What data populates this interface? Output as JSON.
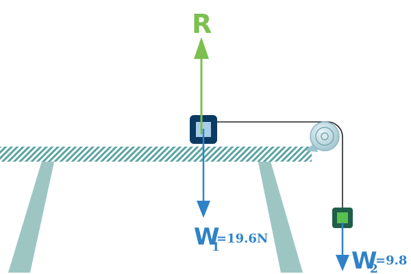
{
  "labels": {
    "normal_force": "R",
    "weight1_letter": "W",
    "weight1_sub": "1",
    "weight1_value": "=19.6N",
    "weight2_letter": "W",
    "weight2_sub": "2",
    "weight2_value": "=9.8"
  },
  "colors": {
    "normal_force": "#7cc04f",
    "weights": "#2f82c7",
    "table_hatch": "#5aa3a1",
    "table_legs": "#9dc6c3",
    "block1_outer": "#0b3a63",
    "block1_inner": "#a9cce8",
    "block2_outer": "#1f5e49",
    "block2_inner": "#59bf4f",
    "string": "#222222",
    "pulley": "#b7d6df"
  }
}
